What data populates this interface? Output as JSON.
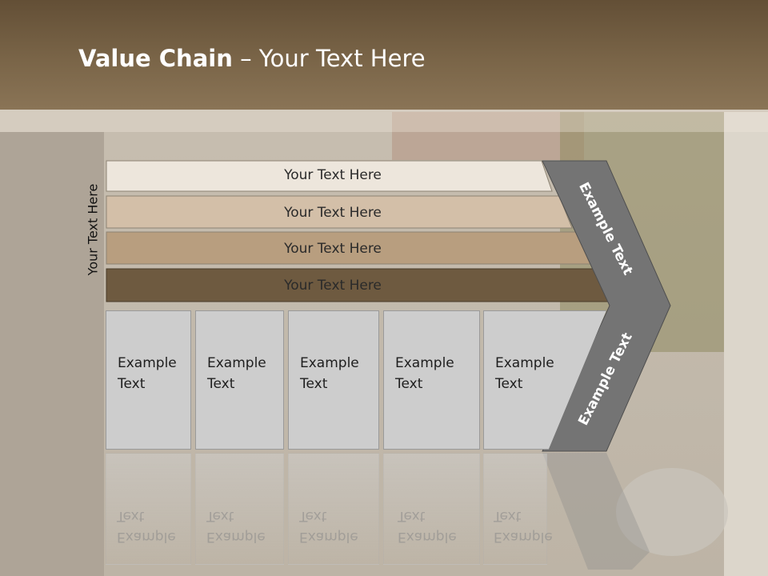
{
  "slide": {
    "title_bold": "Value Chain",
    "title_rest": " – Your Text Here",
    "side_label": "Your Text Here"
  },
  "bars": [
    {
      "label": "Your Text Here",
      "color": "#ede6dc"
    },
    {
      "label": "Your Text Here",
      "color": "#d3bfa8"
    },
    {
      "label": "Your Text Here",
      "color": "#b89e7f"
    },
    {
      "label": "Your Text Here",
      "color": "#6e5a40"
    }
  ],
  "boxes": [
    {
      "line1": "Example",
      "line2": "Text"
    },
    {
      "line1": "Example",
      "line2": "Text"
    },
    {
      "line1": "Example",
      "line2": "Text"
    },
    {
      "line1": "Example",
      "line2": "Text"
    },
    {
      "line1": "Example",
      "line2": "Text"
    }
  ],
  "chevron": {
    "upper_label": "Example Text",
    "lower_label": "Example Text",
    "color": "#747474"
  }
}
